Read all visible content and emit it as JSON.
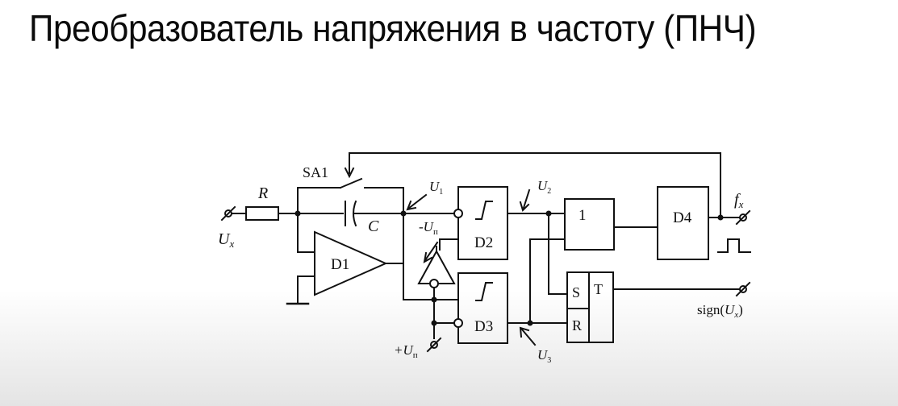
{
  "title": "Преобразователь напряжения в частоту (ПНЧ)",
  "diagram": {
    "labels": {
      "sa1": "SA1",
      "r": "R",
      "c": "C",
      "u1_main": "U",
      "u1_sub": "1",
      "u2_main": "U",
      "u2_sub": "2",
      "u3_main": "U",
      "u3_sub": "3",
      "ux_main": "U",
      "ux_sub": "x",
      "minus_up_main": "-U",
      "minus_up_sub": "п",
      "plus_up_main": "+U",
      "plus_up_sub": "п",
      "fx_main": "f",
      "fx_sub": "x",
      "sign_prefix": "sign(",
      "sign_main": "U",
      "sign_sub": "x",
      "sign_suffix": ")",
      "d1": "D1",
      "d2": "D2",
      "d3": "D3",
      "d4": "D4",
      "gate": "1",
      "s": "S",
      "r_in": "R",
      "t": "T"
    },
    "colors": {
      "ink": "#111111",
      "title": "#0b0b0b"
    }
  }
}
